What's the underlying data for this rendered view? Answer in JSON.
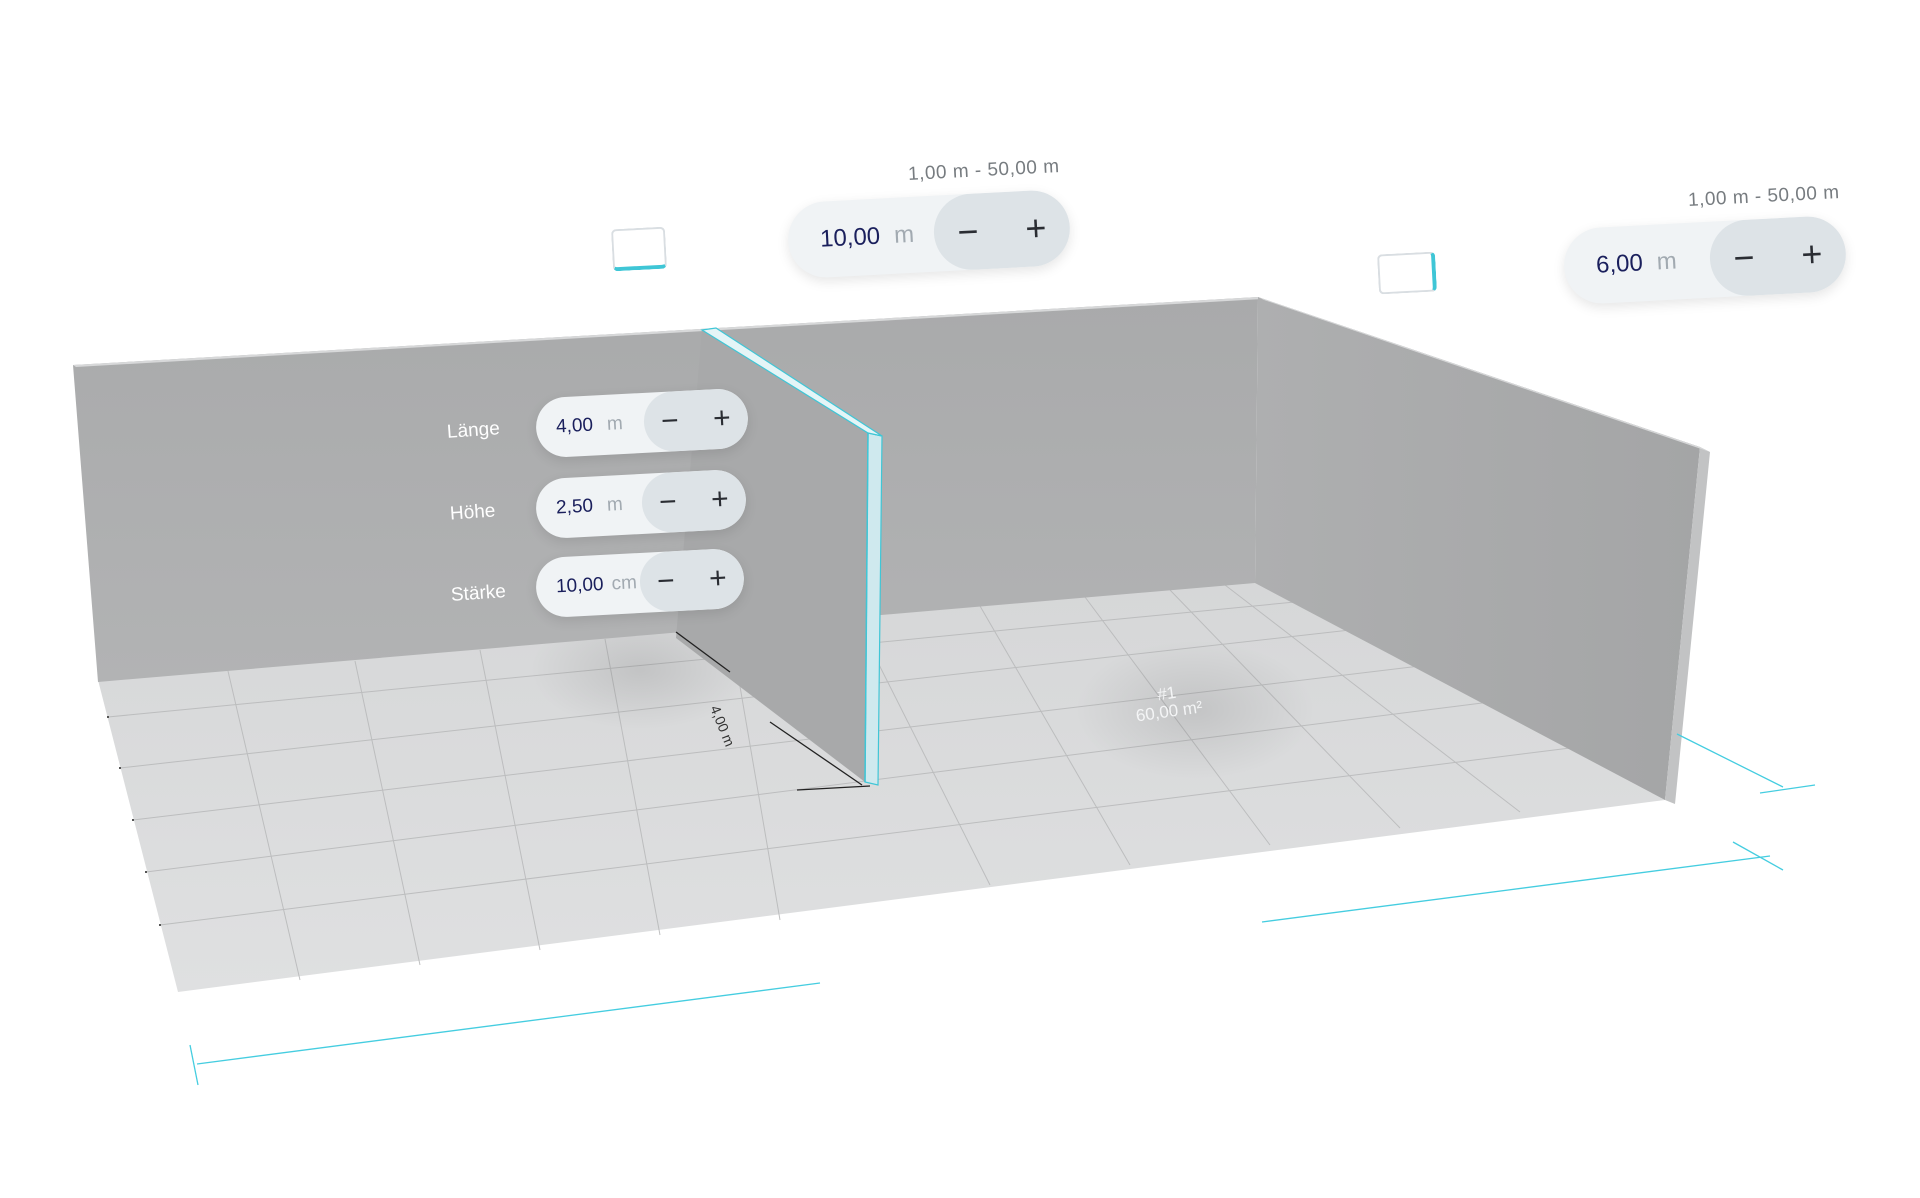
{
  "width_control": {
    "range_label": "1,00 m - 50,00 m",
    "value": "10,00",
    "unit": "m",
    "decrement_label": "−",
    "increment_label": "+"
  },
  "depth_control": {
    "range_label": "1,00 m - 50,00 m",
    "value": "6,00",
    "unit": "m",
    "decrement_label": "−",
    "increment_label": "+"
  },
  "wall_properties": {
    "length": {
      "label": "Länge",
      "value": "4,00",
      "unit": "m",
      "decrement_label": "−",
      "increment_label": "+"
    },
    "height": {
      "label": "Höhe",
      "value": "2,50",
      "unit": "m",
      "decrement_label": "−",
      "increment_label": "+"
    },
    "thickness": {
      "label": "Stärke",
      "value": "10,00",
      "unit": "cm",
      "decrement_label": "−",
      "increment_label": "+"
    }
  },
  "wall_dimension_label": "4,00 m",
  "room": {
    "name": "#1",
    "area": "60,00 m²"
  },
  "colors": {
    "accent": "#3fc6d6",
    "wall": "#ababab",
    "floor": "#dadbdc",
    "value_text": "#1a1f5c"
  }
}
